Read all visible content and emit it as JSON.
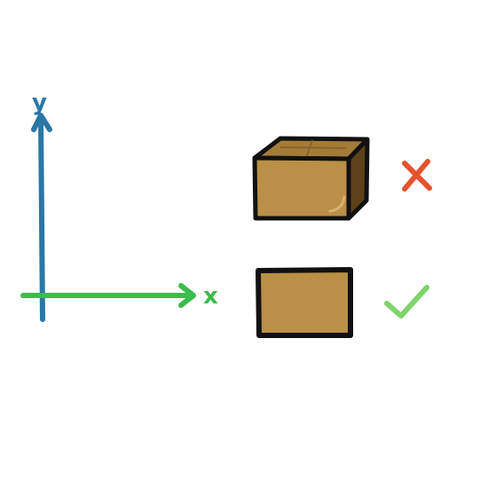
{
  "diagram": {
    "axes": {
      "x_label": "x",
      "y_label": "y"
    },
    "options": [
      {
        "depiction": "3d-box",
        "verdict": "incorrect",
        "mark": "✕"
      },
      {
        "depiction": "2d-box",
        "verdict": "correct",
        "mark": "✓"
      }
    ]
  },
  "colors": {
    "y_axis": "#2a77a6",
    "x_axis": "#3dbb4c",
    "box_fill": "#b99045",
    "box_top": "#a57c37",
    "box_side": "#5e4118",
    "outline": "#111111",
    "wrong_mark": "#e5532d",
    "right_mark": "#7fd46a"
  }
}
